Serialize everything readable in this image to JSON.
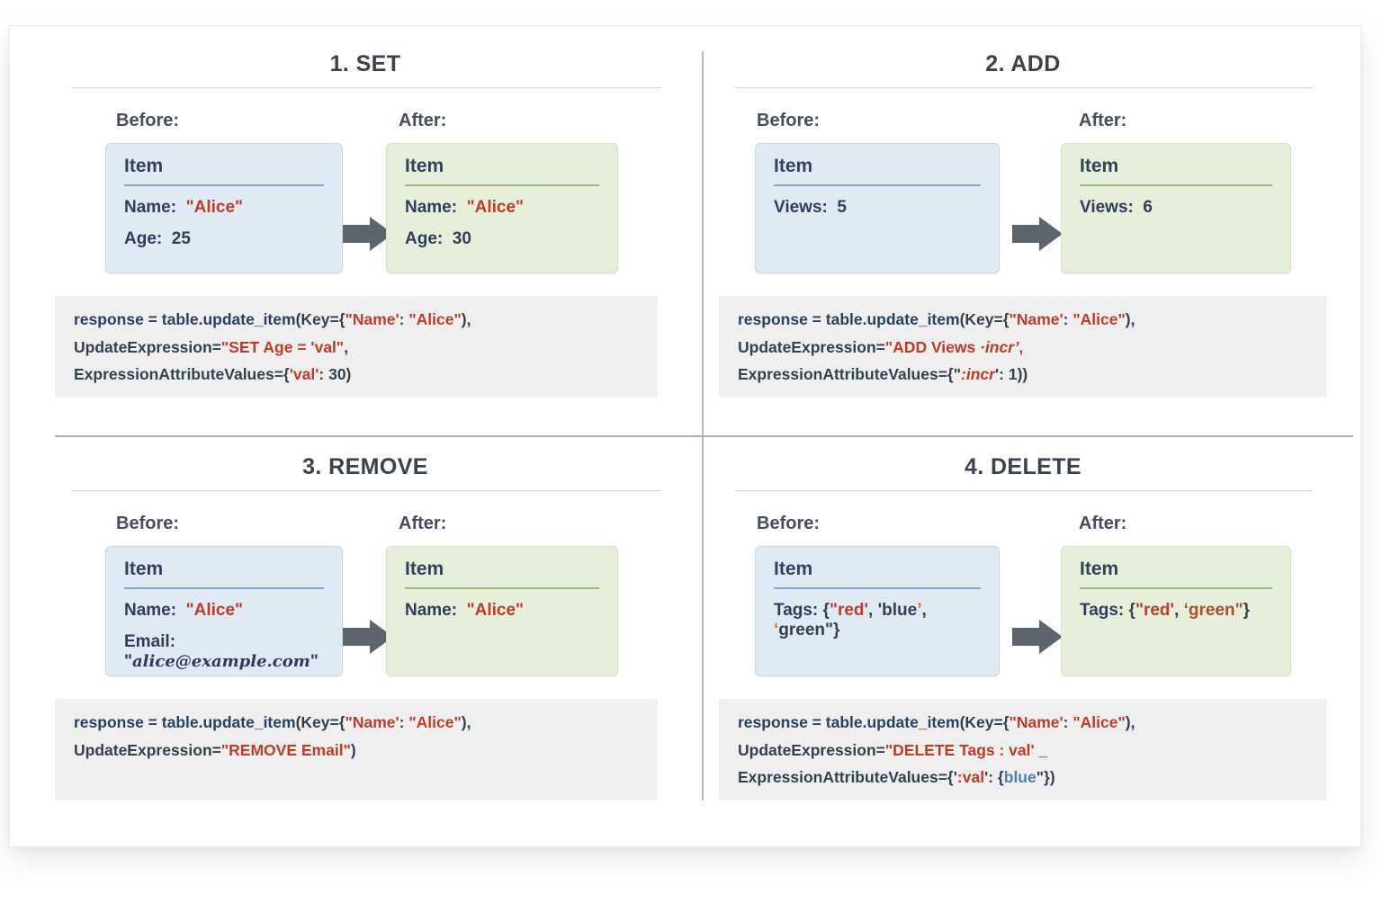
{
  "colors": {
    "key_navy": "#2e3d5c",
    "code_dark": "#333f52",
    "code_navy_bold": "#26425f",
    "value_red": "#c23a28",
    "value_red_brown": "#b04a2a",
    "quote_orange": "#c96f35",
    "value_blue": "#4b80b4",
    "before_box_bg": "#e0eaf4",
    "after_box_bg": "#e6efda",
    "code_block_bg": "#efefef",
    "arrow_gray": "#5c646e"
  },
  "panels": [
    {
      "title": "1. SET",
      "before_label": "Before:",
      "after_label": "After:",
      "item_label": "Item",
      "before_rows": [
        [
          {
            "t": "Name:  ",
            "c": "k"
          },
          {
            "t": "\"Alice\"",
            "c": "r"
          }
        ],
        [
          {
            "t": "Age:  ",
            "c": "k"
          },
          {
            "t": "25",
            "c": "d"
          }
        ]
      ],
      "after_rows": [
        [
          {
            "t": "Name:  ",
            "c": "k"
          },
          {
            "t": "\"Alice\"",
            "c": "r"
          }
        ],
        [
          {
            "t": "Age:  ",
            "c": "k"
          },
          {
            "t": "30",
            "c": "d"
          }
        ]
      ],
      "code": [
        [
          {
            "t": "response",
            "c": "nb"
          },
          {
            "t": " = ",
            "c": "d"
          },
          {
            "t": "table.update_item",
            "c": "nb"
          },
          {
            "t": "(Key={",
            "c": "d"
          },
          {
            "t": "\"Name'",
            "c": "r"
          },
          {
            "t": ": ",
            "c": "d"
          },
          {
            "t": "\"Alice\"",
            "c": "r"
          },
          {
            "t": "),",
            "c": "d"
          }
        ],
        [
          {
            "t": "UpdateExpression=",
            "c": "d"
          },
          {
            "t": "\"SET Age = 'val\"",
            "c": "r"
          },
          {
            "t": ",",
            "c": "d"
          }
        ],
        [
          {
            "t": "ExpressionAttributeValues={",
            "c": "d"
          },
          {
            "t": "'val'",
            "c": "r"
          },
          {
            "t": ": 30)",
            "c": "d"
          }
        ]
      ]
    },
    {
      "title": "2. ADD",
      "before_label": "Before:",
      "after_label": "After:",
      "item_label": "Item",
      "before_rows": [
        [
          {
            "t": "Views:  ",
            "c": "k"
          },
          {
            "t": "5",
            "c": "d"
          }
        ]
      ],
      "after_rows": [
        [
          {
            "t": "Views:  ",
            "c": "k"
          },
          {
            "t": "6",
            "c": "d"
          }
        ]
      ],
      "code": [
        [
          {
            "t": "response",
            "c": "nb"
          },
          {
            "t": " = ",
            "c": "d"
          },
          {
            "t": "table.update_item",
            "c": "nb"
          },
          {
            "t": "(Key={",
            "c": "d"
          },
          {
            "t": "\"Name'",
            "c": "r"
          },
          {
            "t": ": ",
            "c": "d"
          },
          {
            "t": "\"Alice\"",
            "c": "r"
          },
          {
            "t": "),",
            "c": "d"
          }
        ],
        [
          {
            "t": "UpdateExpression=",
            "c": "d"
          },
          {
            "t": "\"ADD Views ",
            "c": "r"
          },
          {
            "t": "·incr’",
            "c": "ri"
          },
          {
            "t": ",",
            "c": "r"
          }
        ],
        [
          {
            "t": "ExpressionAttributeValues={\"",
            "c": "d"
          },
          {
            "t": ":incr",
            "c": "ri"
          },
          {
            "t": "': 1))",
            "c": "d"
          }
        ]
      ]
    },
    {
      "title": "3. REMOVE",
      "before_label": "Before:",
      "after_label": "After:",
      "item_label": "Item",
      "before_rows": [
        [
          {
            "t": "Name:  ",
            "c": "k"
          },
          {
            "t": "\"Alice\"",
            "c": "r"
          }
        ],
        [
          {
            "t": "Email: ",
            "c": "k"
          },
          {
            "t": "\"",
            "c": "d"
          },
          {
            "t": "alice@example.com",
            "c": "e"
          },
          {
            "t": "\"",
            "c": "d"
          }
        ]
      ],
      "after_rows": [
        [
          {
            "t": "Name:  ",
            "c": "k"
          },
          {
            "t": "\"Alice\"",
            "c": "r"
          }
        ]
      ],
      "code": [
        [
          {
            "t": "response",
            "c": "nb"
          },
          {
            "t": " = ",
            "c": "d"
          },
          {
            "t": "table.update_item",
            "c": "nb"
          },
          {
            "t": "(Key={",
            "c": "d"
          },
          {
            "t": "\"Name'",
            "c": "r"
          },
          {
            "t": ": ",
            "c": "d"
          },
          {
            "t": "\"Alice\"",
            "c": "r"
          },
          {
            "t": "),",
            "c": "d"
          }
        ],
        [
          {
            "t": "UpdateExpression=",
            "c": "d"
          },
          {
            "t": "\"REMOVE Email\"",
            "c": "r"
          },
          {
            "t": ")",
            "c": "d"
          }
        ]
      ]
    },
    {
      "title": "4. DELETE",
      "before_label": "Before:",
      "after_label": "After:",
      "item_label": "Item",
      "before_rows": [
        [
          {
            "t": "Tags: ",
            "c": "k"
          },
          {
            "t": "{",
            "c": "d"
          },
          {
            "t": "\"red'",
            "c": "r"
          },
          {
            "t": ", ",
            "c": "d"
          },
          {
            "t": "'blue",
            "c": "d"
          },
          {
            "t": "’",
            "c": "o"
          },
          {
            "t": ", ",
            "c": "d"
          },
          {
            "t": "‘",
            "c": "o"
          },
          {
            "t": "green\"",
            "c": "d"
          },
          {
            "t": "}",
            "c": "d"
          }
        ]
      ],
      "after_rows": [
        [
          {
            "t": "Tags: ",
            "c": "k"
          },
          {
            "t": "{",
            "c": "d"
          },
          {
            "t": "\"red'",
            "c": "r"
          },
          {
            "t": ", ",
            "c": "d"
          },
          {
            "t": "‘green\"",
            "c": "r2"
          },
          {
            "t": "}",
            "c": "d"
          }
        ]
      ],
      "code": [
        [
          {
            "t": "response",
            "c": "nb"
          },
          {
            "t": " = ",
            "c": "d"
          },
          {
            "t": "table.update_item",
            "c": "nb"
          },
          {
            "t": "(Key={",
            "c": "d"
          },
          {
            "t": "\"Name'",
            "c": "r"
          },
          {
            "t": ": ",
            "c": "d"
          },
          {
            "t": "\"Alice\"",
            "c": "r"
          },
          {
            "t": "),",
            "c": "d"
          }
        ],
        [
          {
            "t": "UpdateExpression=",
            "c": "d"
          },
          {
            "t": "\"DELETE Tags : val'",
            "c": "r"
          },
          {
            "t": " _",
            "c": "u"
          }
        ],
        [
          {
            "t": "ExpressionAttributeValues={",
            "c": "d"
          },
          {
            "t": "'",
            "c": "d"
          },
          {
            "t": ":val",
            "c": "r"
          },
          {
            "t": "': {",
            "c": "d"
          },
          {
            "t": "blue",
            "c": "b"
          },
          {
            "t": "\"})",
            "c": "d"
          }
        ]
      ]
    }
  ]
}
